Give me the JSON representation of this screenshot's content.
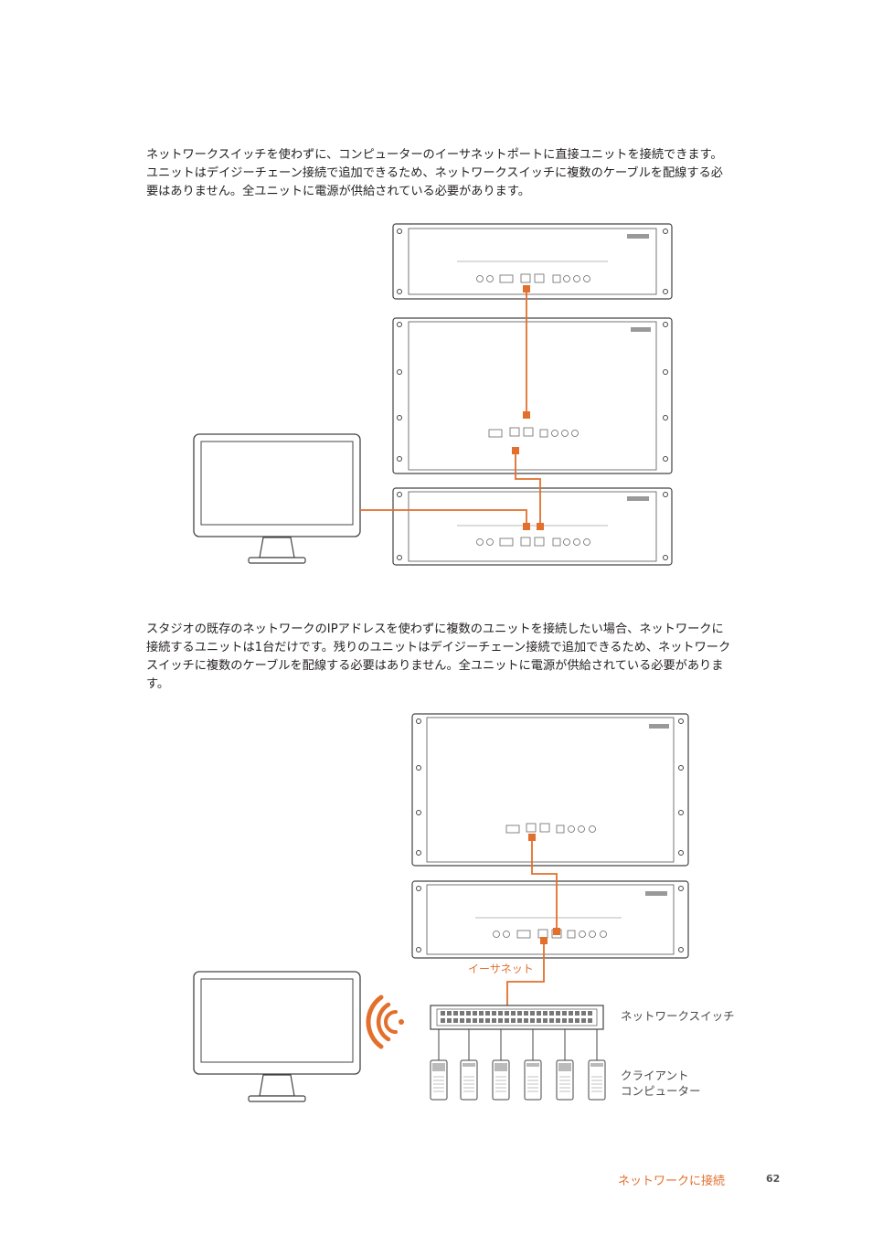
{
  "paragraph_1": "ネットワークスイッチを使わずに、コンピューターのイーサネットポートに直接ユニットを接続できます。ユニットはデイジーチェーン接続で追加できるため、ネットワークスイッチに複数のケーブルを配線する必要はありません。全ユニットに電源が供給されている必要があります。",
  "paragraph_2": "スタジオの既存のネットワークのIPアドレスを使わずに複数のユニットを接続したい場合、ネットワークに接続するユニットは1台だけです。残りのユニットはデイジーチェーン接続で追加できるため、ネットワークスイッチに複数のケーブルを配線する必要はありません。全ユニットに電源が供給されている必要があります。",
  "diagram_2": {
    "ethernet_label": "イーサネット",
    "network_switch_label": "ネットワークスイッチ",
    "client_label_line1": "クライアント",
    "client_label_line2": "コンピューター"
  },
  "footer": {
    "section_title": "ネットワークに接続",
    "page_number": "62"
  },
  "colors": {
    "accent": "#e36f2c",
    "text": "#231f20",
    "device_stroke": "#4a4a4a"
  }
}
